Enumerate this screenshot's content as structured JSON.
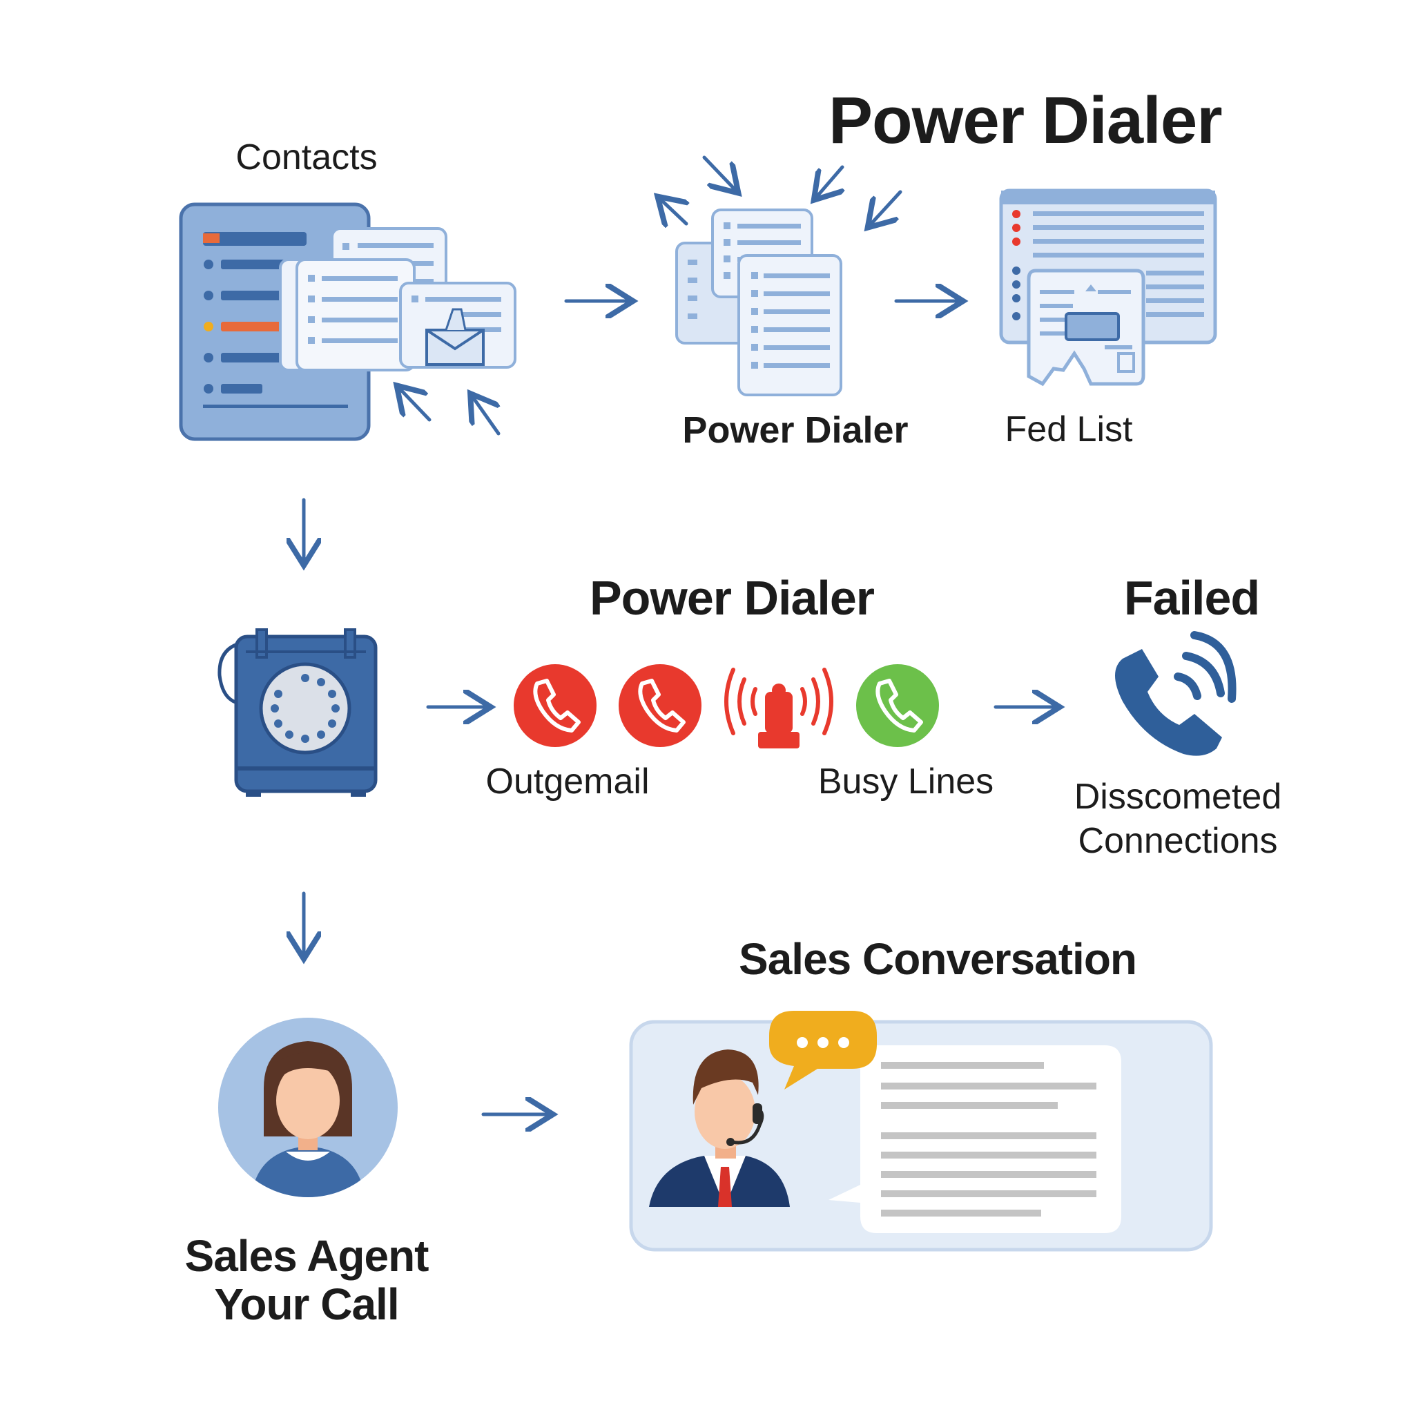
{
  "top": {
    "main_title": "Power Dialer",
    "contacts_label": "Contacts",
    "dialer_label": "Power Dialer",
    "fed_list_label": "Fed List"
  },
  "middle": {
    "title": "Power Dialer",
    "failed_title": "Failed",
    "outgoing_label": "Outgemail",
    "busy_label": "Busy Lines",
    "disconnected_label_1": "Disscometed",
    "disconnected_label_2": "Connections"
  },
  "bottom": {
    "conversation_title": "Sales Conversation",
    "agent_label_1": "Sales Agent",
    "agent_label_2": "Your Call"
  },
  "icons": {
    "contacts": "contacts-list-icon",
    "dialer_docs": "documents-stack-icon",
    "fed_list": "fed-list-window-icon",
    "phone": "rotary-phone-icon",
    "call_red_1": "phone-call-red-icon",
    "call_red_2": "phone-call-red-icon",
    "signal": "busy-signal-icon",
    "call_green": "phone-call-green-icon",
    "failed_phone": "phone-ringing-icon",
    "agent": "female-agent-avatar-icon",
    "chat": "chat-bubble-icon"
  },
  "colors": {
    "accent_blue": "#3d6aa6",
    "light_blue": "#dbe6f5",
    "mid_blue": "#8fb0da",
    "red": "#e8392d",
    "green": "#6cc04a",
    "orange": "#f0ad1e",
    "text": "#1c1c1c"
  }
}
